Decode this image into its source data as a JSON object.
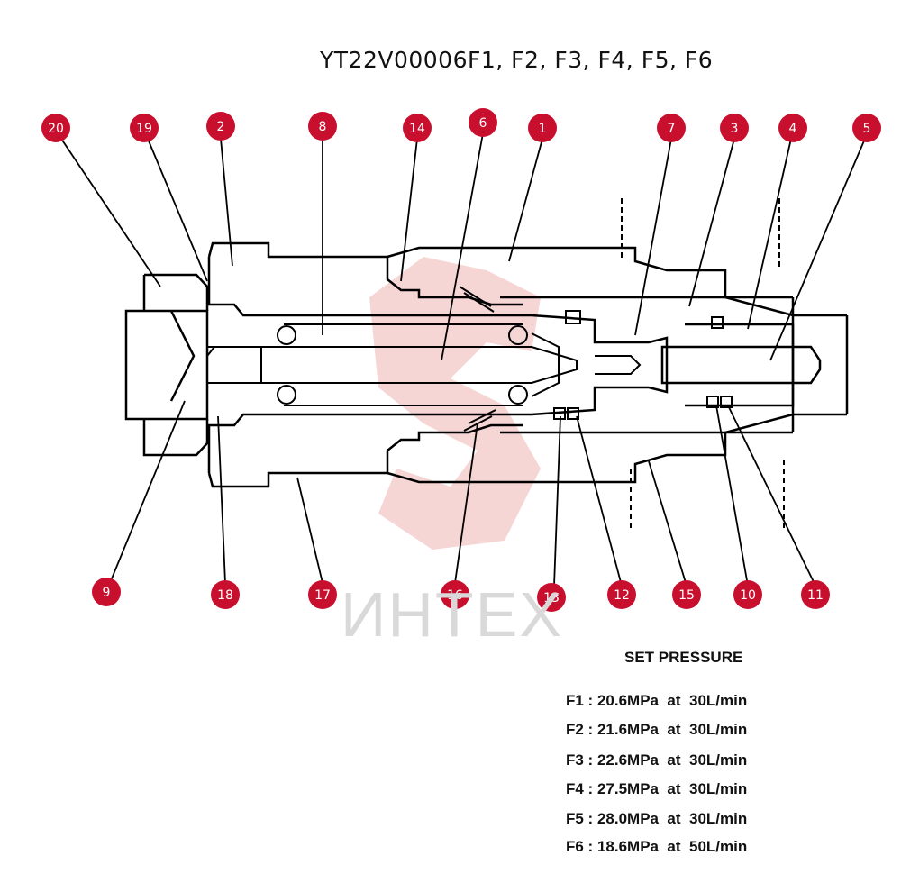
{
  "title": "YT22V00006F1, F2, F3, F4, F5, F6",
  "watermark": "ИНТЕХ",
  "callout_color": "#c8102e",
  "callouts": [
    {
      "label": "20"
    },
    {
      "label": "19"
    },
    {
      "label": "2"
    },
    {
      "label": "8"
    },
    {
      "label": "14"
    },
    {
      "label": "6"
    },
    {
      "label": "1"
    },
    {
      "label": "7"
    },
    {
      "label": "3"
    },
    {
      "label": "4"
    },
    {
      "label": "5"
    },
    {
      "label": "9"
    },
    {
      "label": "18"
    },
    {
      "label": "17"
    },
    {
      "label": "16"
    },
    {
      "label": "13"
    },
    {
      "label": "12"
    },
    {
      "label": "15"
    },
    {
      "label": "10"
    },
    {
      "label": "11"
    }
  ],
  "set_pressure": {
    "heading": "SET PRESSURE",
    "rows": [
      {
        "text": "F1 : 20.6MPa  at  30L/min"
      },
      {
        "text": "F2 : 21.6MPa  at  30L/min"
      },
      {
        "text": "F3 : 22.6MPa  at  30L/min"
      },
      {
        "text": "F4 : 27.5MPa  at  30L/min"
      },
      {
        "text": "F5 : 28.0MPa  at  30L/min"
      },
      {
        "text": "F6 : 18.6MPa  at  50L/min"
      }
    ]
  }
}
